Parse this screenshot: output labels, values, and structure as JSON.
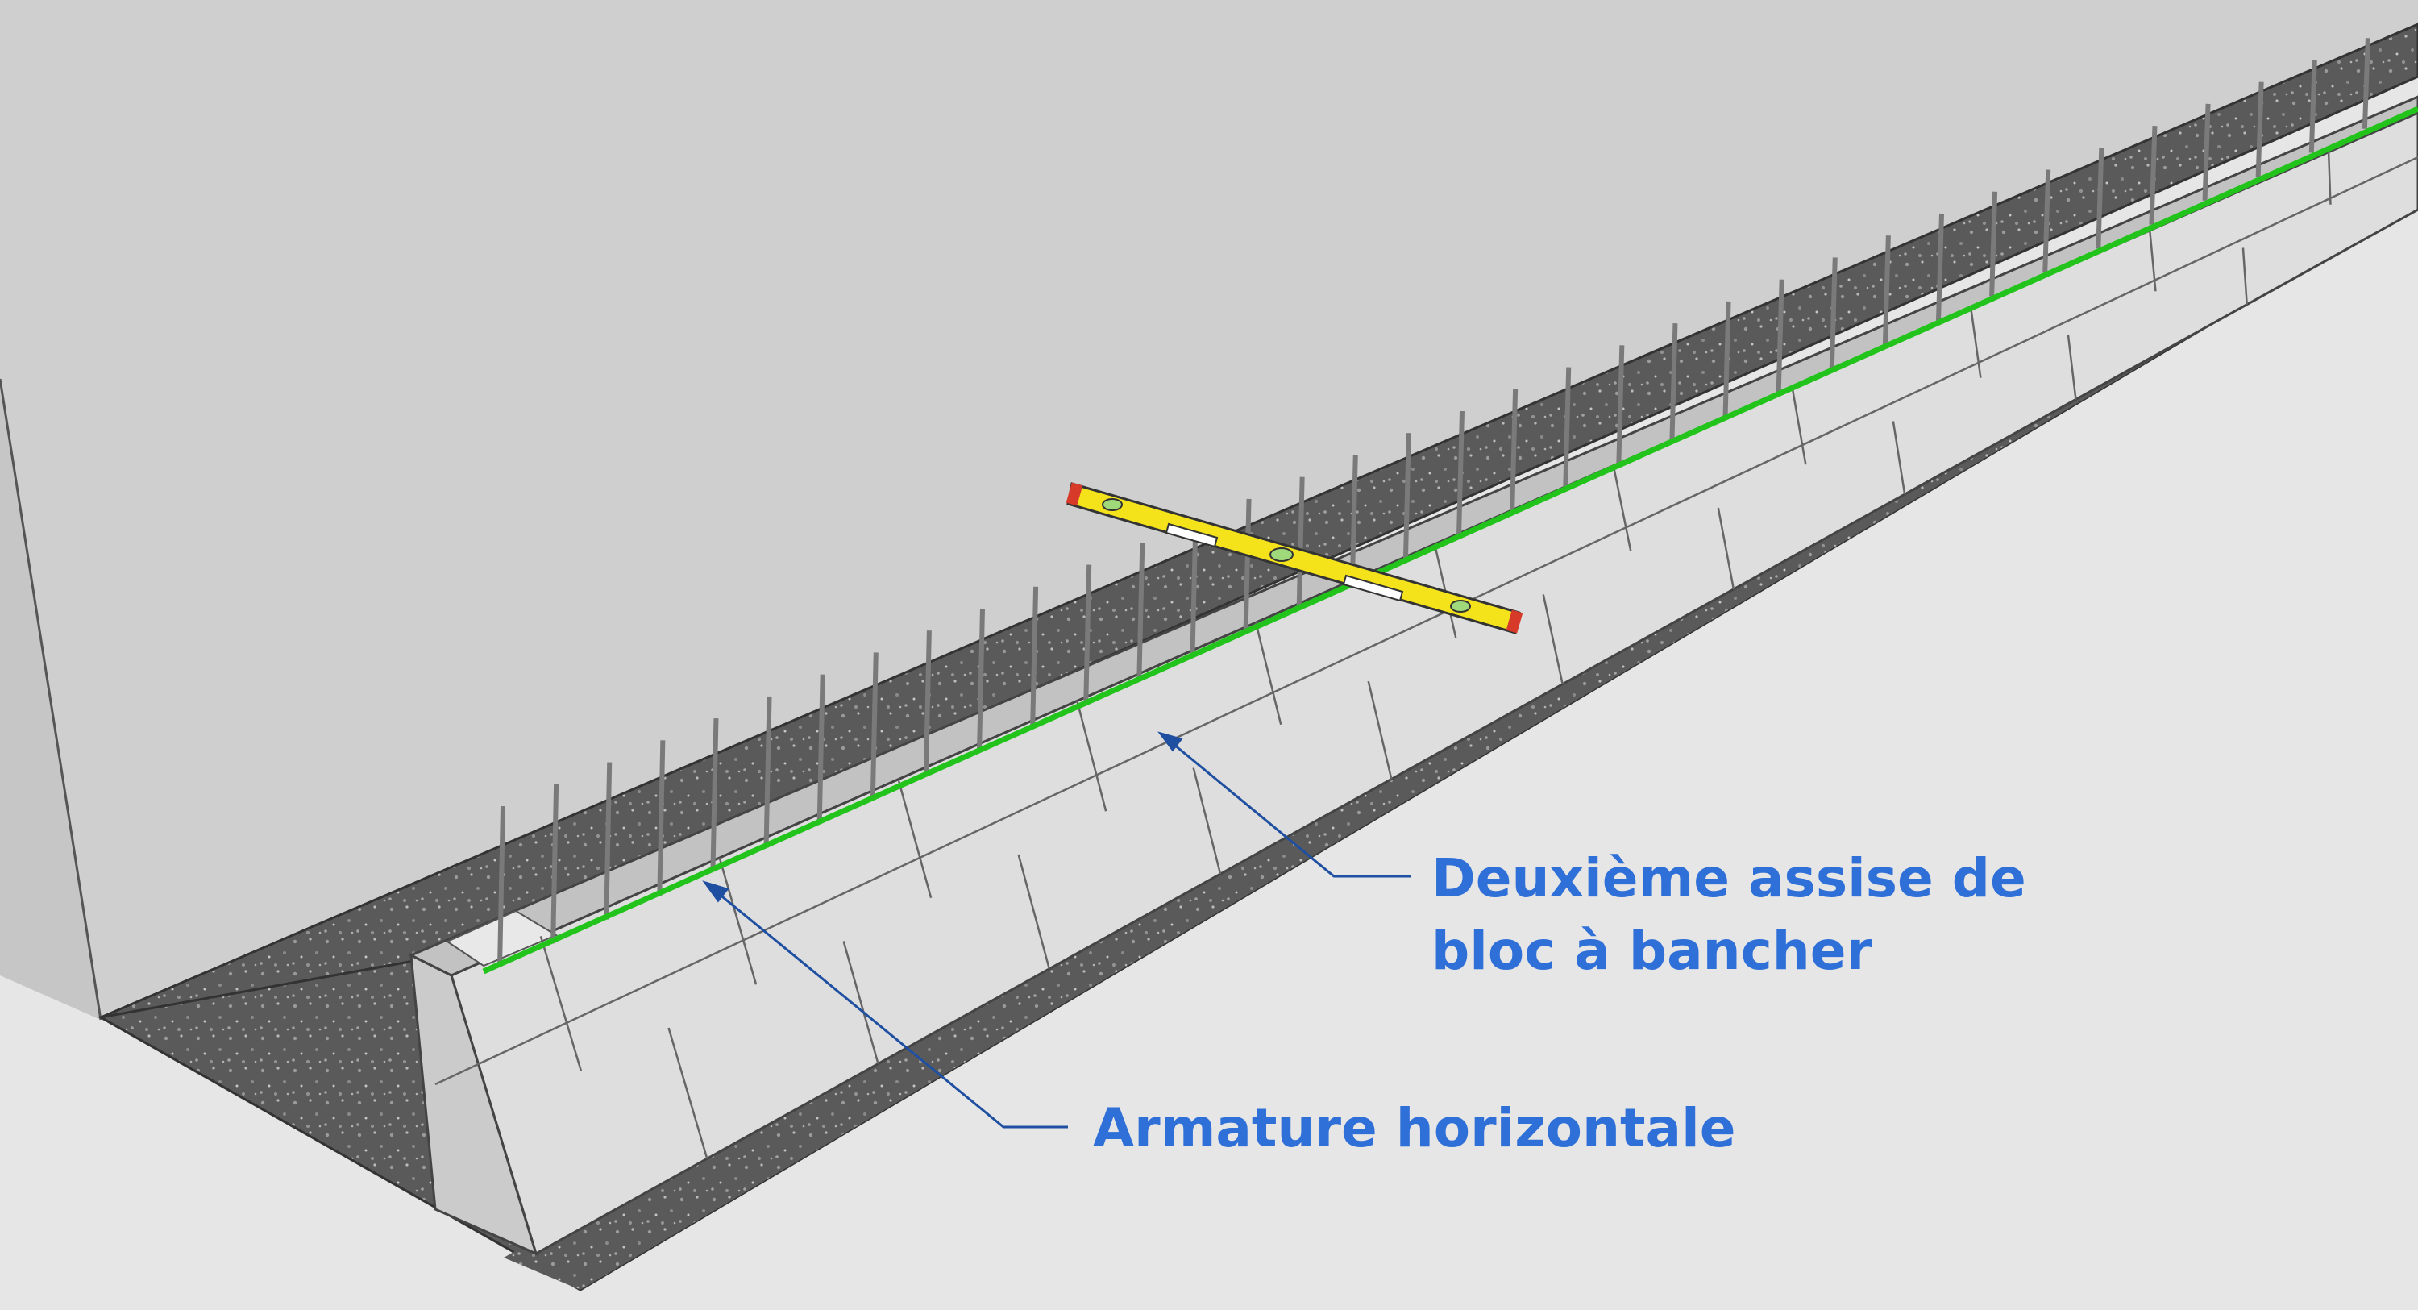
{
  "labels": {
    "second_course_line1": "Deuxième assise de",
    "second_course_line2": "bloc à bancher",
    "horizontal_rebar": "Armature horizontale"
  },
  "colors": {
    "callout_text": "#2f6fd8",
    "callout_leader": "#1f4fa0",
    "rebar_green": "#22c41c",
    "block_face": "#dcdcdc",
    "wall_backdrop": "#cfcfcf",
    "gravel_bed": "#5a5a5a",
    "level_yellow": "#f4e21a",
    "level_red": "#d83a2a"
  },
  "icons": {
    "spirit_level": "spirit-level-icon"
  }
}
